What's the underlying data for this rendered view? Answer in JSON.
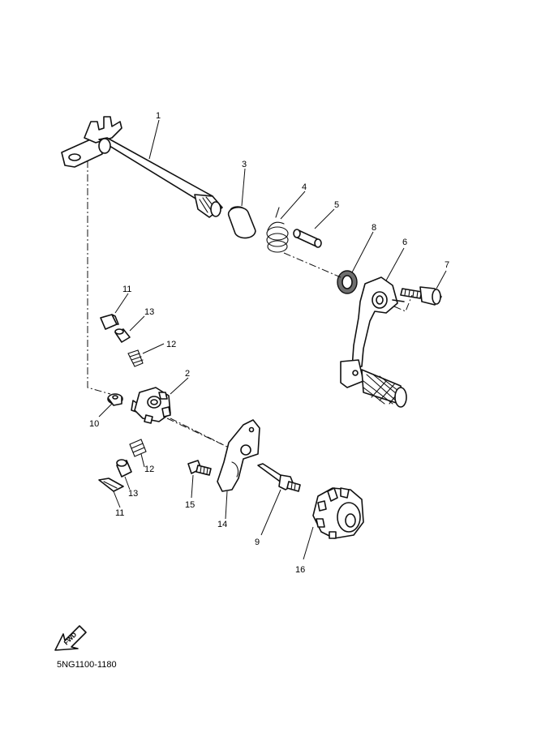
{
  "callouts": {
    "c1": "1",
    "c2": "2",
    "c3": "3",
    "c4": "4",
    "c5": "5",
    "c6": "6",
    "c7": "7",
    "c8": "8",
    "c9": "9",
    "c10": "10",
    "c11a": "11",
    "c11b": "11",
    "c12a": "12",
    "c12b": "12",
    "c13a": "13",
    "c13b": "13",
    "c14": "14",
    "c15": "15",
    "c16": "16"
  },
  "fwd_label": "FWD",
  "diagram_code": "5NG1100-1180"
}
